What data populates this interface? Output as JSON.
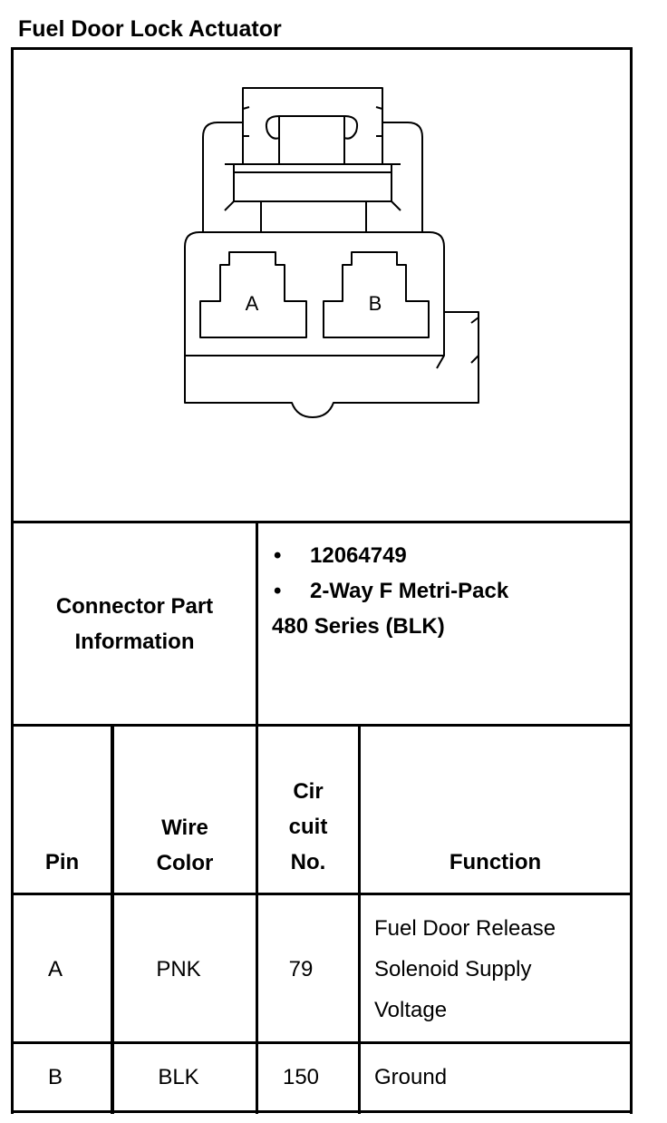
{
  "title": "Fuel Door Lock Actuator",
  "diagram": {
    "pin_labels": [
      "A",
      "B"
    ]
  },
  "connector_info": {
    "label_line1": "Connector Part",
    "label_line2": "Information",
    "bullets": [
      "12064749",
      "2-Way F Metri-Pack"
    ],
    "extra_line": "480 Series (BLK)",
    "bullet_char": "•"
  },
  "table": {
    "headers": {
      "pin": "Pin",
      "wire_color": [
        "Wire",
        "Color"
      ],
      "circuit": [
        "Cir",
        "cuit",
        "No."
      ],
      "function": "Function"
    },
    "rows": [
      {
        "pin": "A",
        "wire_color": "PNK",
        "circuit": "79",
        "function": [
          "Fuel Door Release",
          "Solenoid Supply",
          "Voltage"
        ]
      },
      {
        "pin": "B",
        "wire_color": "BLK",
        "circuit": "150",
        "function": [
          "Ground"
        ]
      }
    ]
  }
}
